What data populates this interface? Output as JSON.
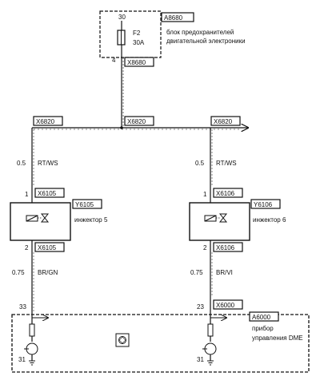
{
  "fuse_block": {
    "id": "A8680",
    "pin_top": "30",
    "fuse_name": "F2",
    "fuse_rating": "30A",
    "desc_line1": "блок предохранителей",
    "desc_line2": "двигательной электроники",
    "pin_bottom": "4",
    "connector": "X8680"
  },
  "bus": {
    "left_connector": "X6820",
    "center_connector": "X6820",
    "right_connector": "X6820"
  },
  "injector_5": {
    "wire_top_gauge": "0.5",
    "wire_top_color": "RT/WS",
    "pin_top": "1",
    "connector_top": "X6105",
    "id": "Y6105",
    "name": "инжектор 5",
    "pin_bottom": "2",
    "connector_bottom": "X6105",
    "wire_bottom_gauge": "0.75",
    "wire_bottom_color": "BR/GN",
    "dme_pin": "33",
    "ground_pin": "31"
  },
  "injector_6": {
    "wire_top_gauge": "0.5",
    "wire_top_color": "RT/WS",
    "pin_top": "1",
    "connector_top": "X6106",
    "id": "Y6106",
    "name": "инжектор 6",
    "pin_bottom": "2",
    "connector_bottom": "X6106",
    "wire_bottom_gauge": "0.75",
    "wire_bottom_color": "BR/VI",
    "dme_pin": "23",
    "connector_dme": "X6000",
    "ground_pin": "31"
  },
  "dme": {
    "id": "A6000",
    "desc_line1": "прибор",
    "desc_line2": "управления DME"
  }
}
